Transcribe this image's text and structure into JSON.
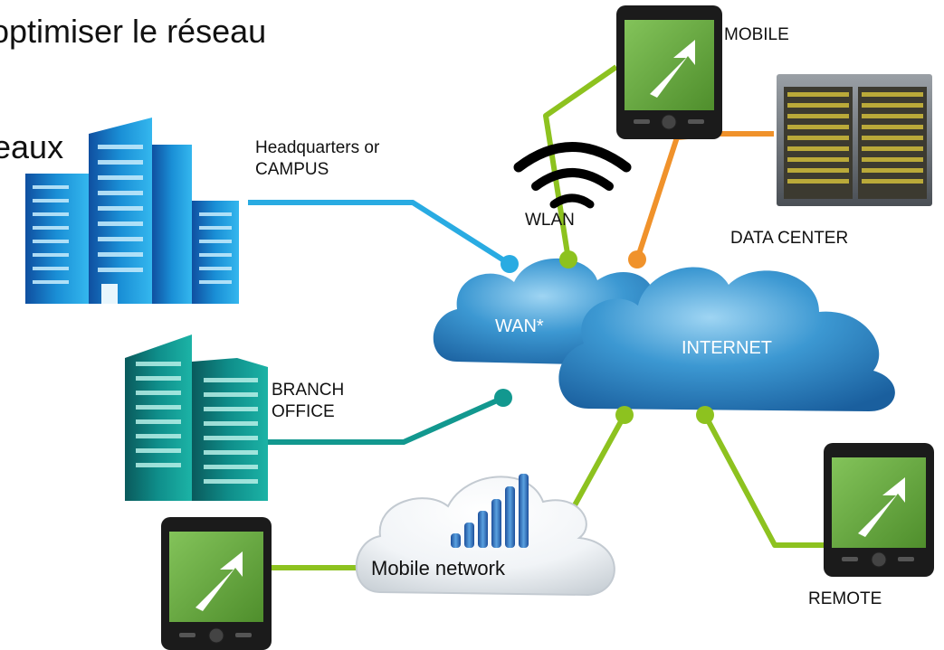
{
  "title": "optimiser le réseau",
  "subtitle": "eaux",
  "labels": {
    "headquarters": "Headquarters or\nCAMPUS",
    "branch": "BRANCH\nOFFICE",
    "wlan": "WLAN",
    "data_center": "DATA CENTER",
    "mobile": "MOBILE",
    "remote": "REMOTE",
    "wan": "WAN*",
    "internet": "INTERNET",
    "mobile_network": "Mobile network"
  },
  "colors": {
    "hq_link": "#29abe2",
    "branch_link": "#12988f",
    "mobile_link": "#8dc21f",
    "datacenter_link": "#f0922b",
    "cloud": "#3a8fc9",
    "device_screen": "#6aab3d"
  },
  "icons": [
    "building-icon",
    "wifi-icon",
    "server-rack-icon",
    "tablet-icon",
    "signal-bars-icon",
    "cloud-icon"
  ]
}
